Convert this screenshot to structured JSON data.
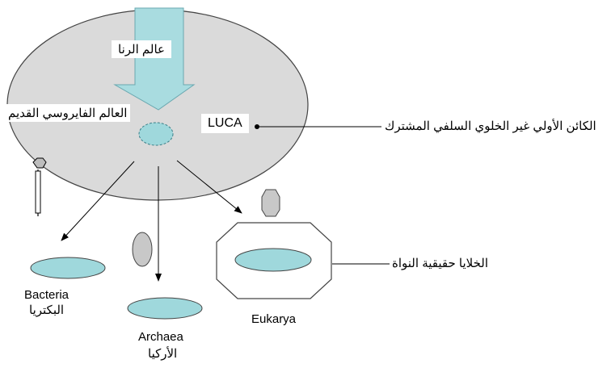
{
  "labels": {
    "rna_world": "عالم الرنا",
    "ancient_virus_world": "العالم الفايروسي القديم",
    "luca": "LUCA",
    "luca_description": "الكائن الأولي غير الخلوي السلفي المشترك",
    "bacteria_en": "Bacteria",
    "bacteria_ar": "البكتريا",
    "archaea_en": "Archaea",
    "archaea_ar": "الأركيا",
    "eukarya_en": "Eukarya",
    "eukaryotic_cells": "الخلايا حقيقية النواة"
  },
  "colors": {
    "oval_fill": "#dadada",
    "cell_fill": "#9fd8dc",
    "arrow_fill": "#a9dce0",
    "organelle_fill": "#c8c8c8"
  }
}
